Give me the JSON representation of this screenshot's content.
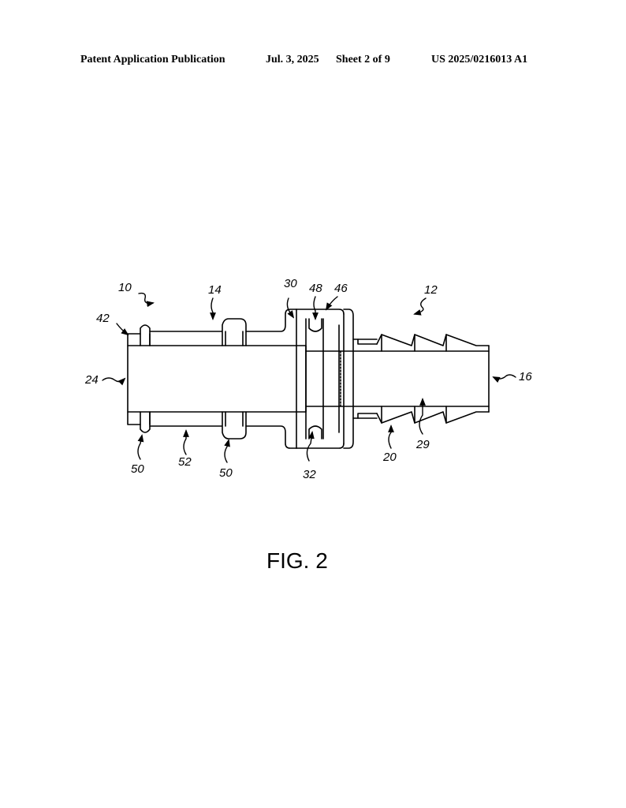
{
  "header": {
    "publication": "Patent Application Publication",
    "date": "Jul. 3, 2025",
    "sheet": "Sheet 2 of 9",
    "number": "US 2025/0216013 A1"
  },
  "figure": {
    "label": "FIG. 2",
    "refs": {
      "r10": "10",
      "r14": "14",
      "r30": "30",
      "r48": "48",
      "r46": "46",
      "r12": "12",
      "r42": "42",
      "r24": "24",
      "r16": "16",
      "r50a": "50",
      "r52": "52",
      "r50b": "50",
      "r32": "32",
      "r20": "20",
      "r29": "29"
    }
  }
}
